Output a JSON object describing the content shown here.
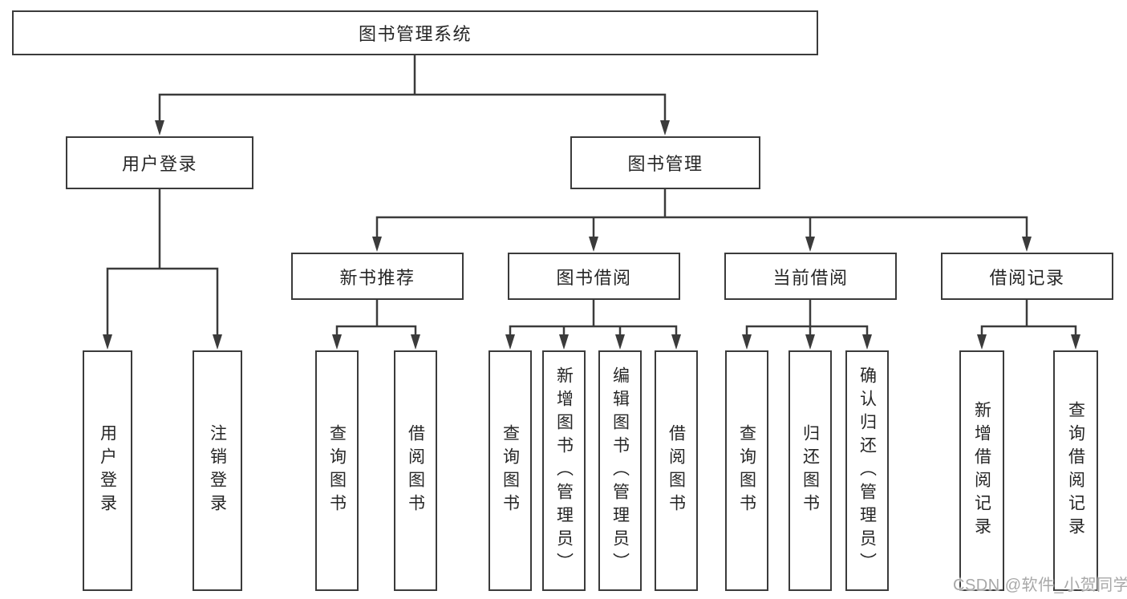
{
  "diagram": {
    "root": {
      "label": "图书管理系统"
    },
    "branches": [
      {
        "label": "用户登录",
        "leaves": [
          "用户登录",
          "注销登录"
        ]
      },
      {
        "label": "图书管理",
        "groups": [
          {
            "label": "新书推荐",
            "leaves": [
              "查询图书",
              "借阅图书"
            ]
          },
          {
            "label": "图书借阅",
            "leaves": [
              "查询图书",
              "新增图书（管理员）",
              "编辑图书（管理员）",
              "借阅图书"
            ]
          },
          {
            "label": "当前借阅",
            "leaves": [
              "查询图书",
              "归还图书",
              "确认归还（管理员）"
            ]
          },
          {
            "label": "借阅记录",
            "leaves": [
              "新增借阅记录",
              "查询借阅记录"
            ]
          }
        ]
      }
    ],
    "colors": {
      "line": "#3b3b3b",
      "box_border": "#3b3b3b",
      "text": "#262626",
      "background": "#ffffff",
      "watermark": "#a8a8a8"
    },
    "watermark": {
      "text": "CSDN @软件_小贺同学"
    }
  }
}
